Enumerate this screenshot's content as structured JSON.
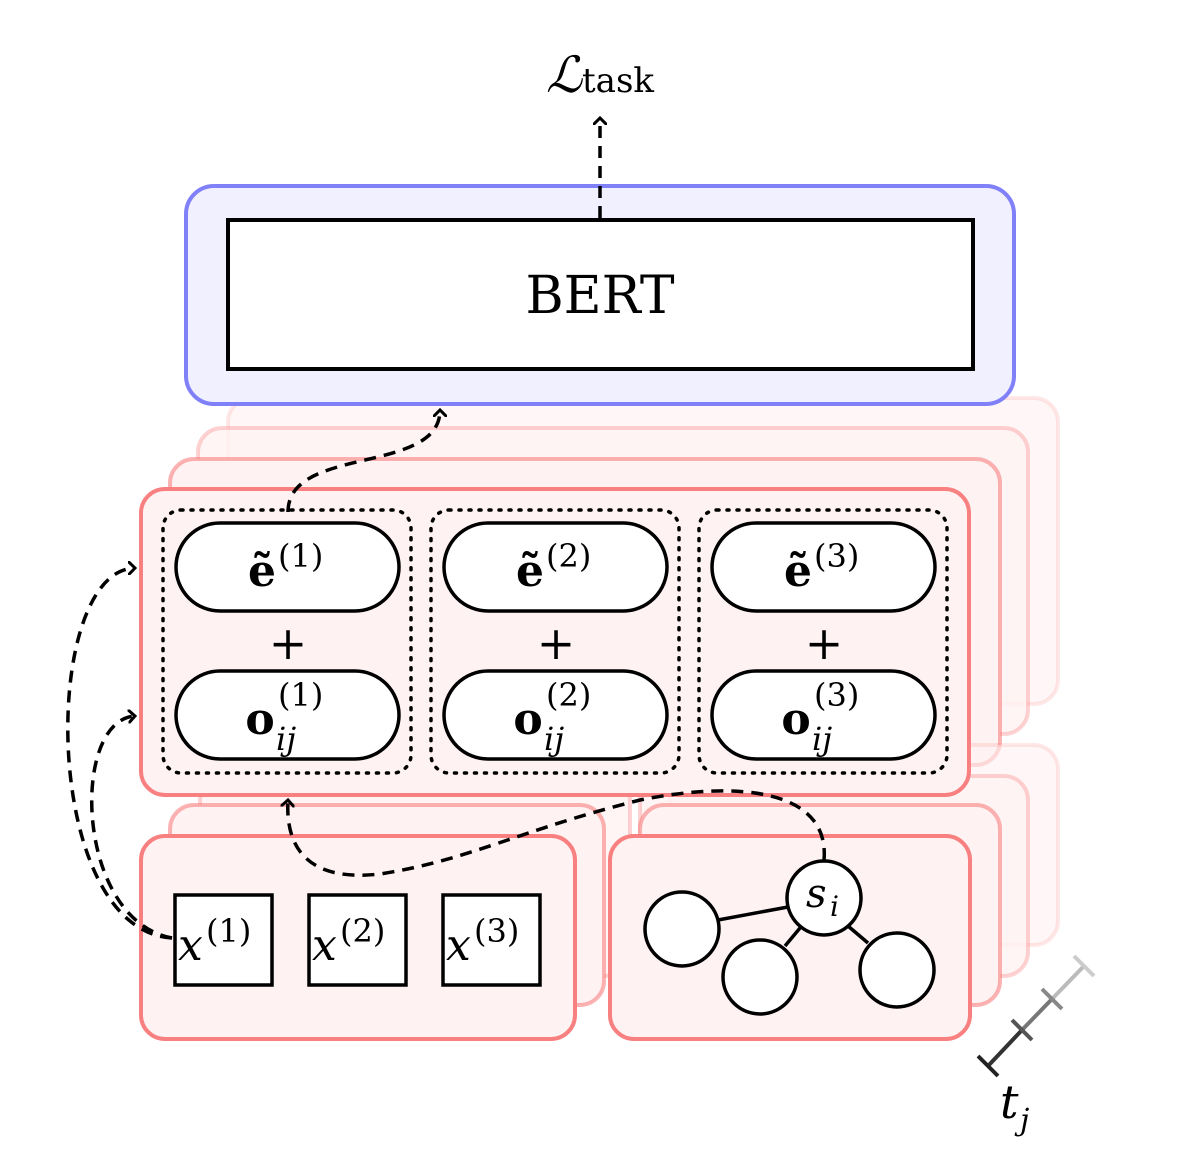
{
  "loss": {
    "symbol": "ℒ",
    "subscript": "task"
  },
  "encoder": {
    "label": "BERT"
  },
  "embedding_blocks": [
    {
      "e_base": "ẽ",
      "e_sup": "(1)",
      "plus": "+",
      "o_base": "o",
      "o_sub": "ij",
      "o_sup": "(1)"
    },
    {
      "e_base": "ẽ",
      "e_sup": "(2)",
      "plus": "+",
      "o_base": "o",
      "o_sub": "ij",
      "o_sup": "(2)"
    },
    {
      "e_base": "ẽ",
      "e_sup": "(3)",
      "plus": "+",
      "o_base": "o",
      "o_sub": "ij",
      "o_sup": "(3)"
    }
  ],
  "inputs": [
    {
      "base": "x",
      "sup": "(1)"
    },
    {
      "base": "x",
      "sup": "(2)"
    },
    {
      "base": "x",
      "sup": "(3)"
    }
  ],
  "graph": {
    "center_node": {
      "base": "s",
      "sub": "i"
    }
  },
  "time_axis": {
    "base": "t",
    "sub": "j"
  },
  "colors": {
    "encoder_border": "#8080f8",
    "encoder_fill": "#f0f0ff",
    "layer_border": "#f88080",
    "layer_fill": "#fff2f2"
  }
}
